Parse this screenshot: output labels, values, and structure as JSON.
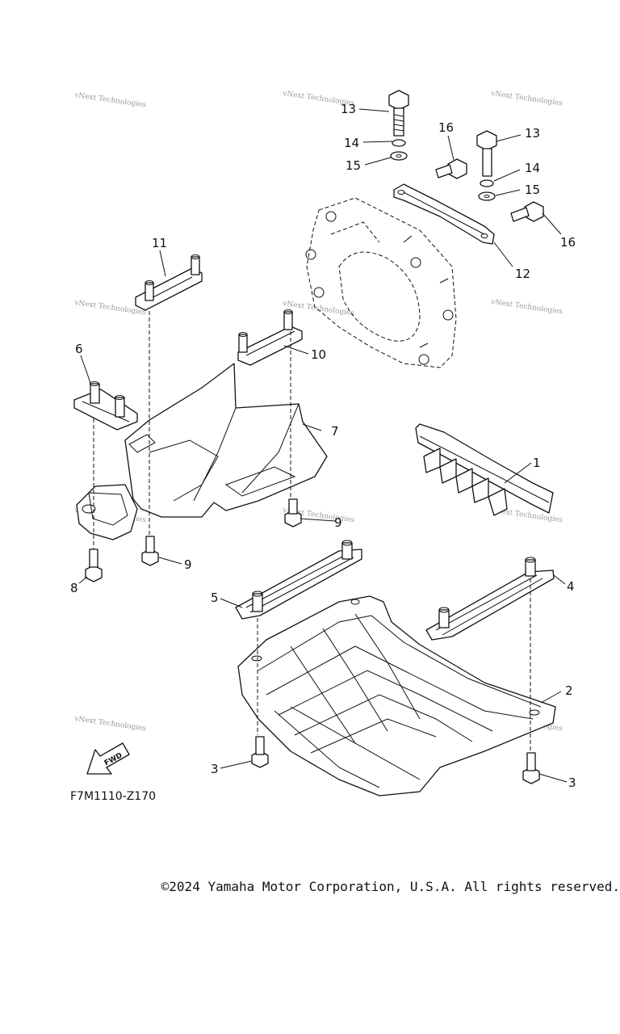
{
  "watermark": "vNext Technologies",
  "callouts": [
    "1",
    "2",
    "3",
    "4",
    "5",
    "6",
    "7",
    "8",
    "9",
    "10",
    "11",
    "12",
    "13",
    "14",
    "15",
    "16"
  ],
  "fwd_label": "FWD",
  "figure_code": "F7M1110-Z170",
  "copyright": "©2024 Yamaha Motor Corporation, U.S.A. All rights reserved."
}
